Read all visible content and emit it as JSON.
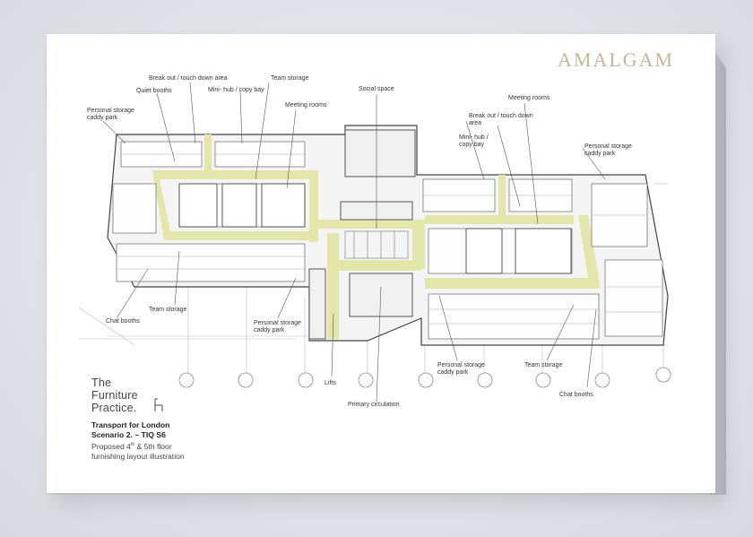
{
  "brand": "AMALGAM",
  "logo": {
    "line1": "The",
    "line2": "Furniture",
    "line3": "Practice."
  },
  "info": {
    "client": "Transport for London",
    "scenario": "Scenario 2. ~ TIQ S6",
    "desc_pre": "Proposed 4",
    "desc_sup1": "th",
    "desc_mid": " & 5th floor",
    "desc_line2": "furnishing layout illustration"
  },
  "labels": {
    "breakout_left": "Break out / touch down area",
    "team_storage_top": "Team storage",
    "quiet_booths": "Quiet booths",
    "mini_hub_left": "Mini- hub / copy bay",
    "meeting_rooms_left": "Meeting rooms",
    "personal_storage_left": "Personal storage caddy park",
    "social_space": "Social space",
    "meeting_rooms_right": "Meeting rooms",
    "breakout_right": "Break out / touch down area",
    "mini_hub_right": "Mini- hub / copy bay",
    "personal_storage_right": "Personal storage caddy park",
    "chat_booths_left": "Chat booths",
    "team_storage_left": "Team storage",
    "personal_storage_mid": "Personal storage caddy park",
    "lifts": "Lifts",
    "primary_circulation": "Primary circulation",
    "personal_storage_bottom": "Personal storage caddy park",
    "team_storage_bottom": "Team storage",
    "chat_booths_right": "Chat booths"
  },
  "colors": {
    "circulation": "#e3e6a8",
    "brand": "#c7b396",
    "lines": "#555555"
  }
}
